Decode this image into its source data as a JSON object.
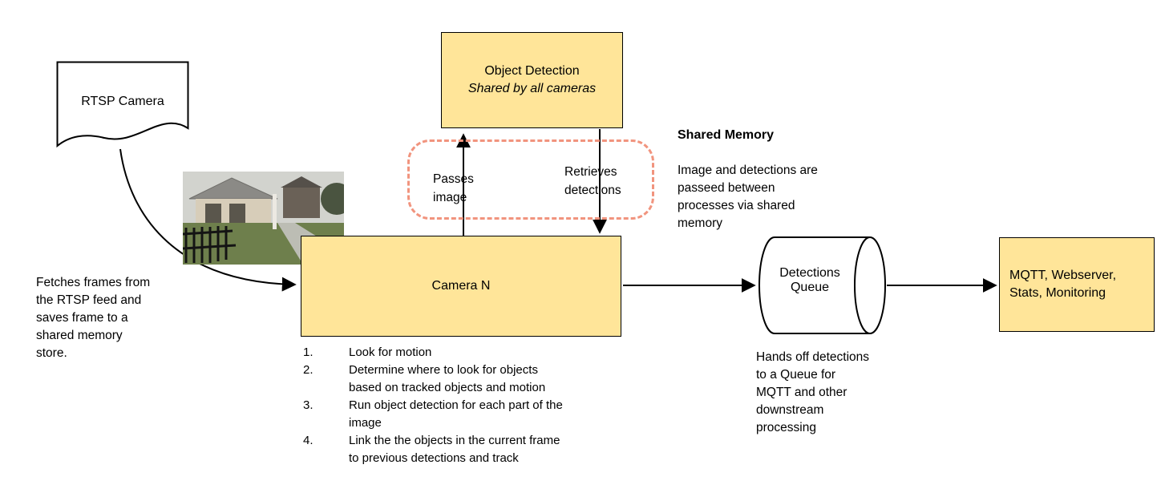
{
  "colors": {
    "node_fill": "#ffe599",
    "node_border": "#000000",
    "shared_memory_dash": "#f1947e"
  },
  "nodes": {
    "rtsp_camera": {
      "label": "RTSP Camera"
    },
    "object_detection": {
      "title": "Object Detection",
      "subtitle": "Shared by all cameras"
    },
    "camera_n": {
      "label": "Camera N"
    },
    "detections_queue": {
      "label": "Detections\nQueue"
    },
    "outputs": {
      "label": "MQTT, Webserver,\nStats, Monitoring"
    }
  },
  "edges": {
    "passes_image": "Passes\nimage",
    "retrieves_detections": "Retrieves\ndetections"
  },
  "notes": {
    "shared_memory_title": "Shared Memory",
    "shared_memory_body": "Image and detections are\npasseed between\nprocesses via shared\nmemory",
    "fetch_frames": "Fetches frames from\nthe RTSP feed and\nsaves frame to a\nshared memory\nstore.",
    "queue_handoff": "Hands off detections\nto a Queue for\nMQTT and other\ndownstream\nprocessing"
  },
  "camera_steps": [
    {
      "num": "1.",
      "text": "Look for motion"
    },
    {
      "num": "2.",
      "text": "Determine where to look for objects\nbased on tracked objects and motion"
    },
    {
      "num": "3.",
      "text": "Run object detection for each part of the\nimage"
    },
    {
      "num": "4.",
      "text": "Link the the objects in the current frame\nto previous detections and track"
    }
  ]
}
